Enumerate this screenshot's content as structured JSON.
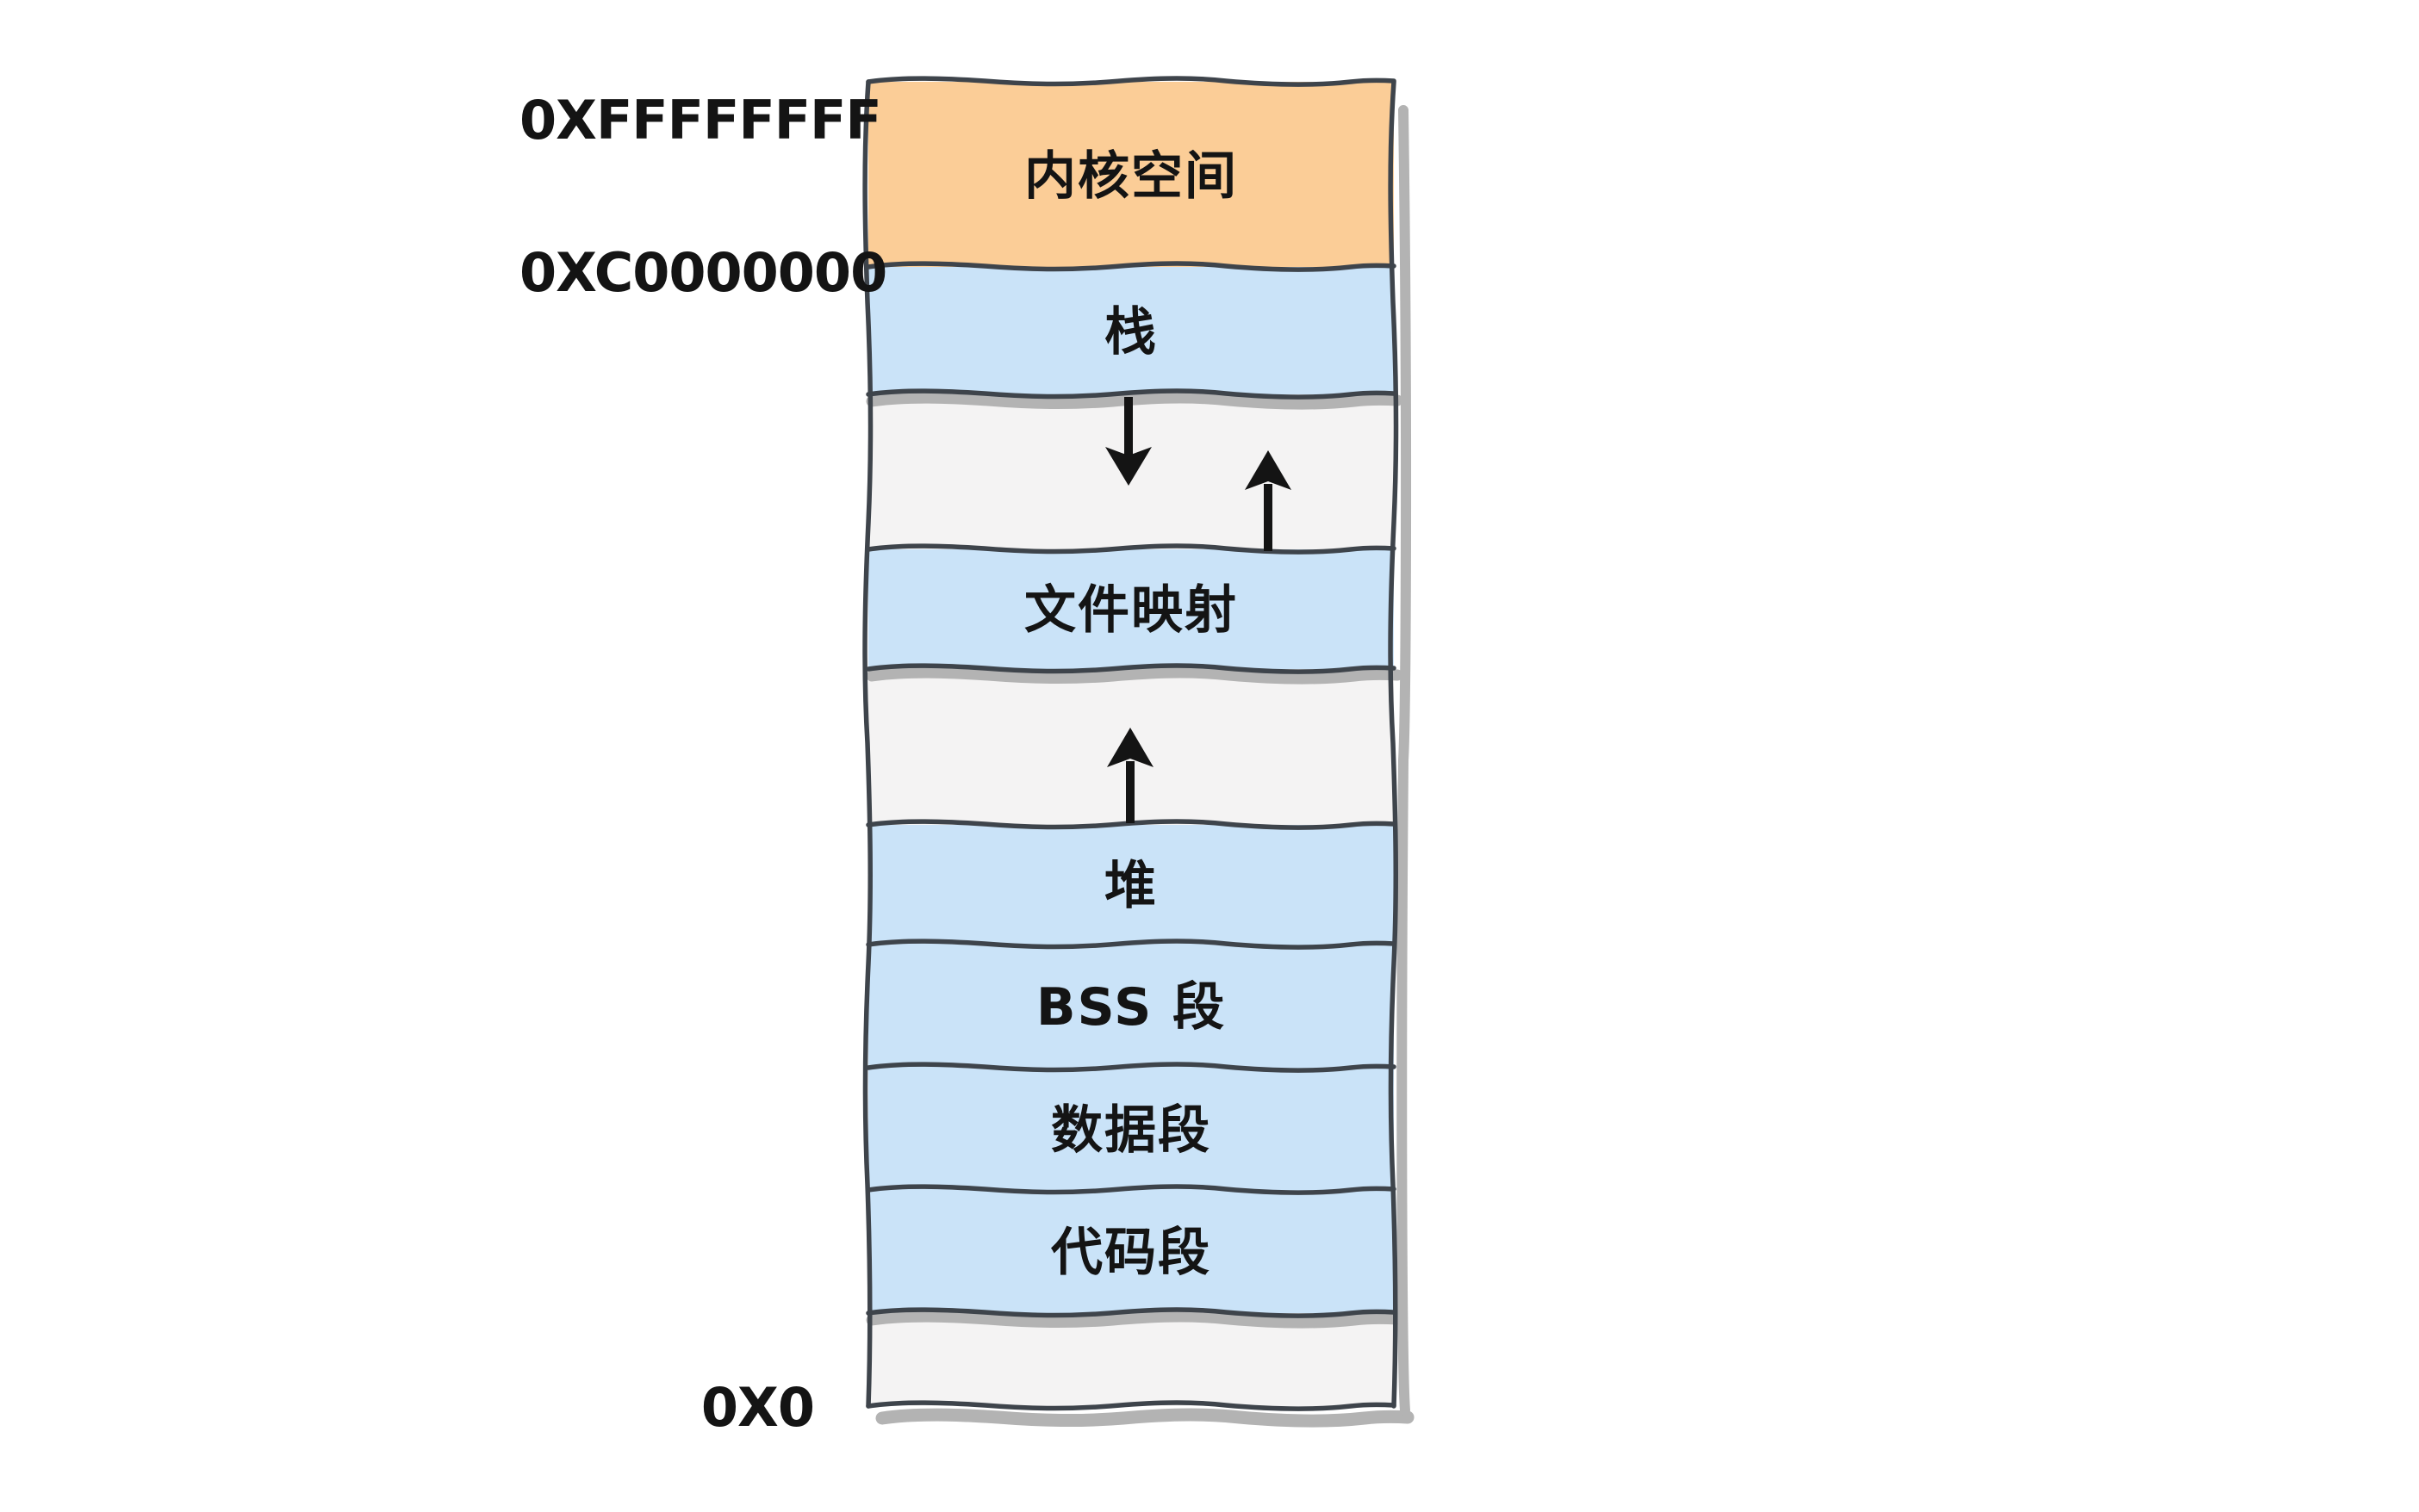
{
  "diagram_title": "process-virtual-memory-layout",
  "addresses": {
    "top": "0XFFFFFFFF",
    "kernel_boundary": "0XC0000000",
    "bottom": "0X0"
  },
  "segments": [
    {
      "id": "kernel-space",
      "label": "内核空间",
      "fill": "#fbcd97"
    },
    {
      "id": "stack",
      "label": "栈",
      "fill": "#cae3f8"
    },
    {
      "id": "gap-stack",
      "label": "",
      "fill": "#f4f3f3"
    },
    {
      "id": "file-mapping",
      "label": "文件映射",
      "fill": "#cae3f8"
    },
    {
      "id": "gap-mmap",
      "label": "",
      "fill": "#f4f3f3"
    },
    {
      "id": "heap",
      "label": "堆",
      "fill": "#cae3f8"
    },
    {
      "id": "bss-segment",
      "label": "BSS 段",
      "fill": "#cae3f8"
    },
    {
      "id": "data-segment",
      "label": "数据段",
      "fill": "#cae3f8"
    },
    {
      "id": "code-segment",
      "label": "代码段",
      "fill": "#cae3f8"
    },
    {
      "id": "reserved-low",
      "label": "",
      "fill": "#f4f3f3"
    }
  ],
  "arrows": [
    {
      "name": "stack-growth-down-arrow",
      "direction": "down"
    },
    {
      "name": "mmap-growth-up-arrow",
      "direction": "up"
    },
    {
      "name": "heap-growth-up-arrow",
      "direction": "up"
    }
  ],
  "colors": {
    "background": "#ffffff",
    "kernel_fill": "#fbcd97",
    "user_fill": "#cae3f8",
    "gap_fill": "#f4f3f3",
    "border": "#3e444b",
    "shadow": "#b3b3b3",
    "text": "#141414",
    "arrow": "#141414"
  }
}
